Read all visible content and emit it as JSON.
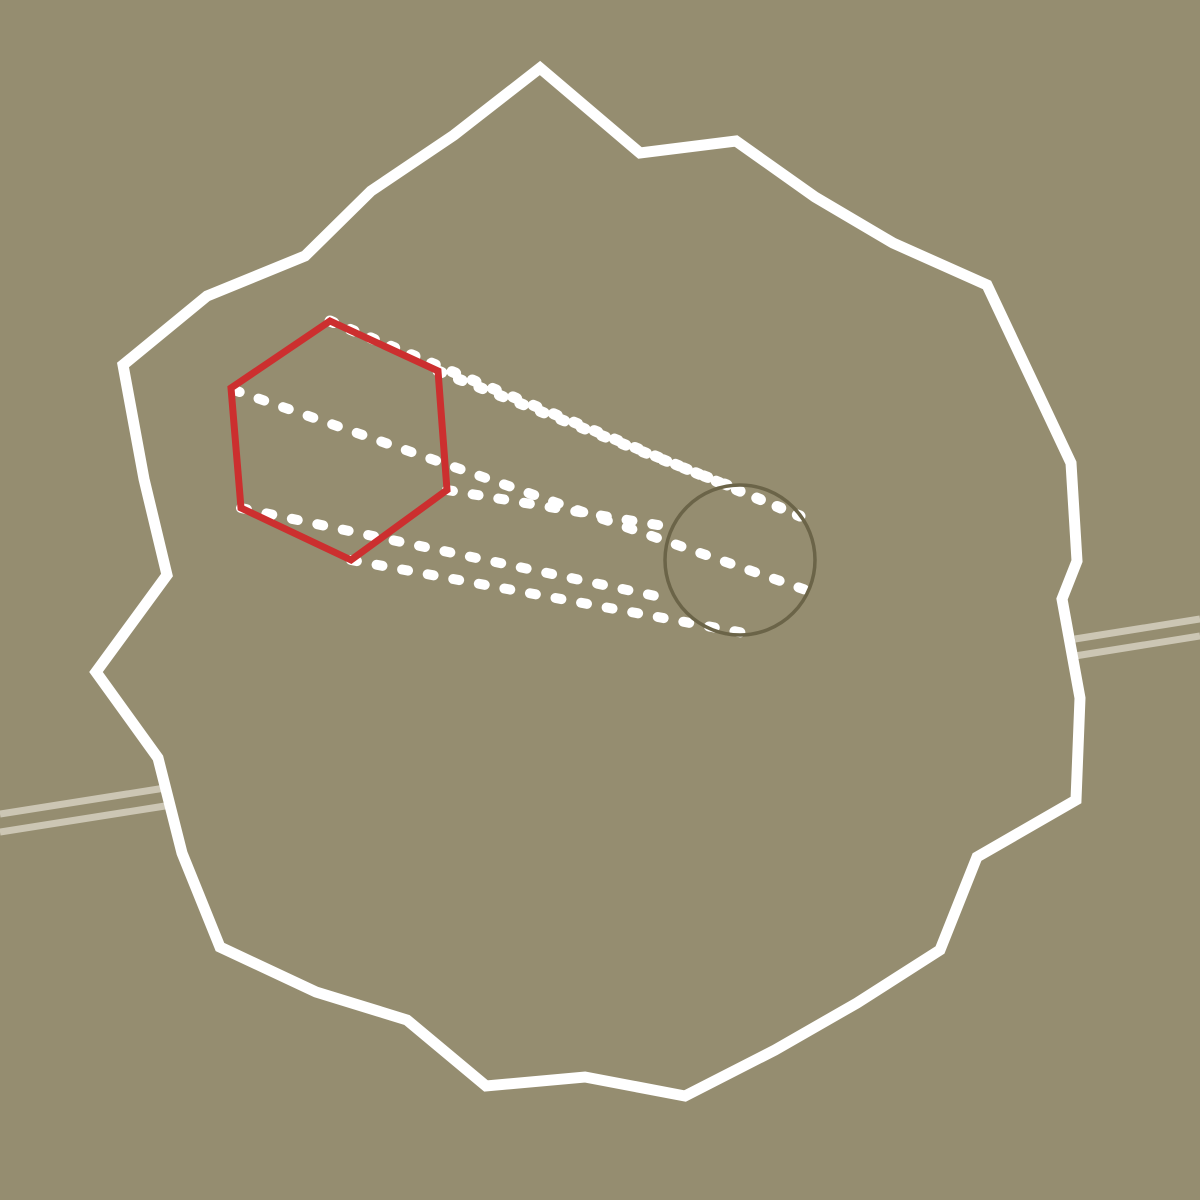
{
  "colors": {
    "background": "#958d70",
    "boundary": "#ffffff",
    "hexagon": "#cc2f2f",
    "circle": "#6b6448",
    "road": "#ccc6b4",
    "dotted_lines": "#ffffff"
  },
  "icons": {
    "boundary": "irregular-polygon-outline",
    "hexagon": "hexagon-outline",
    "circle": "circle-outline",
    "road": "double-line-road",
    "dotted_lines": "dotted-projection-lines"
  }
}
